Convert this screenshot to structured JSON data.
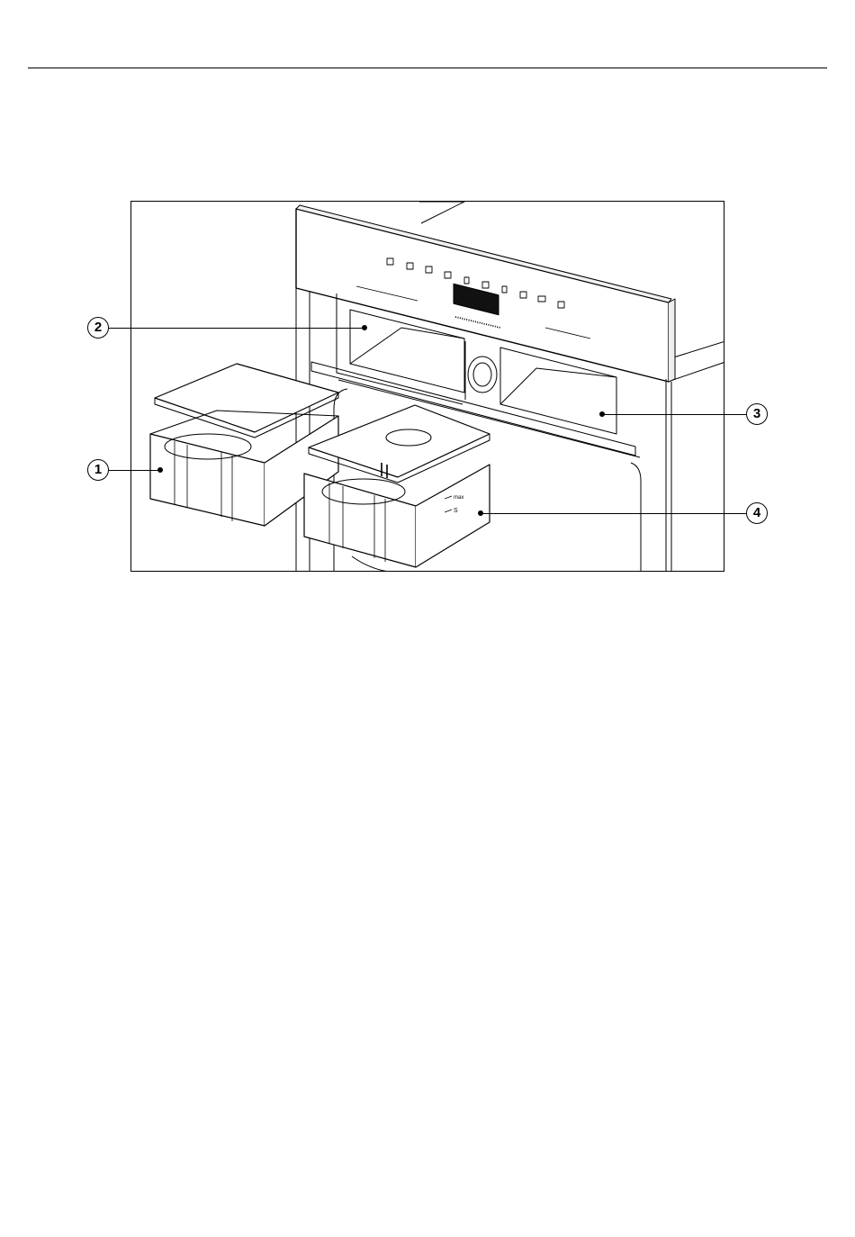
{
  "figure": {
    "callouts": [
      {
        "id": "c1",
        "label": "1",
        "refers_to": "water-tank-removed"
      },
      {
        "id": "c2",
        "label": "2",
        "refers_to": "left-tank-compartment"
      },
      {
        "id": "c3",
        "label": "3",
        "refers_to": "right-tank-compartment"
      },
      {
        "id": "c4",
        "label": "4",
        "refers_to": "water-tank-with-markings"
      }
    ],
    "tank_markings": [
      "max",
      "S"
    ]
  }
}
